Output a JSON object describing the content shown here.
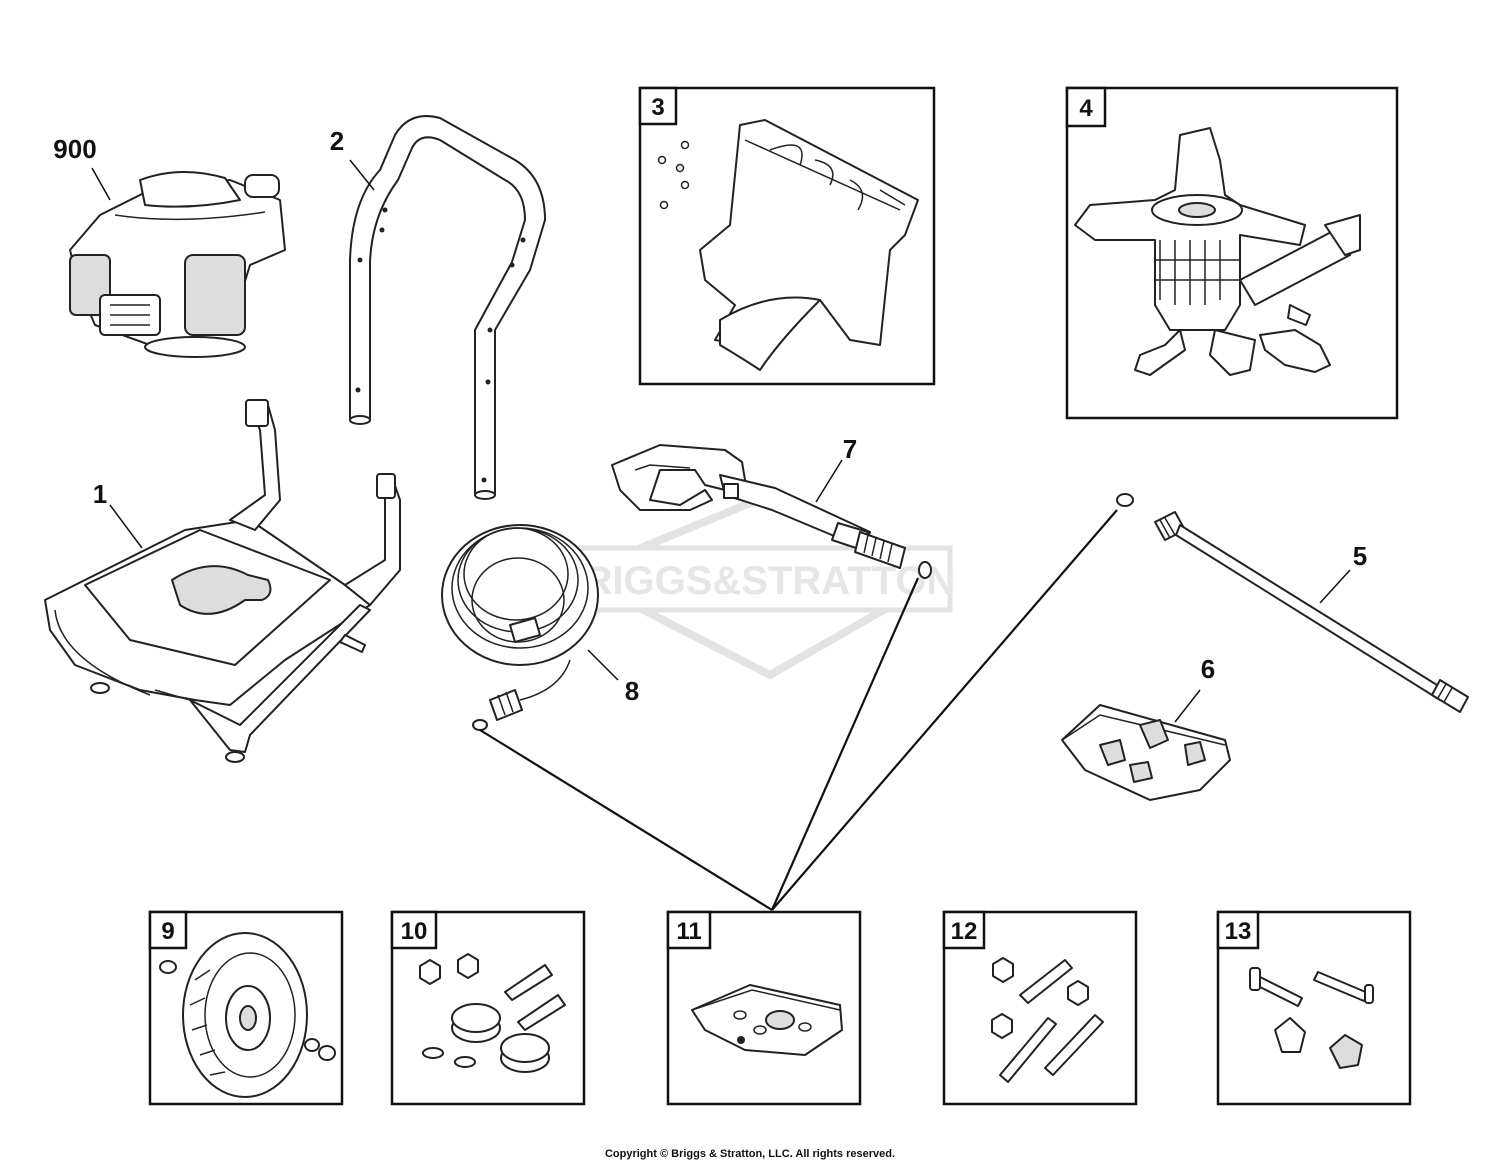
{
  "watermark": "BRIGGS&STRATTON",
  "callouts": {
    "p900": "900",
    "p1": "1",
    "p2": "2",
    "p5": "5",
    "p6": "6",
    "p7": "7",
    "p8": "8"
  },
  "boxes": {
    "b3": "3",
    "b4": "4",
    "b9": "9",
    "b10": "10",
    "b11": "11",
    "b12": "12",
    "b13": "13"
  },
  "copyright": "Copyright © Briggs & Stratton, LLC. All rights reserved."
}
